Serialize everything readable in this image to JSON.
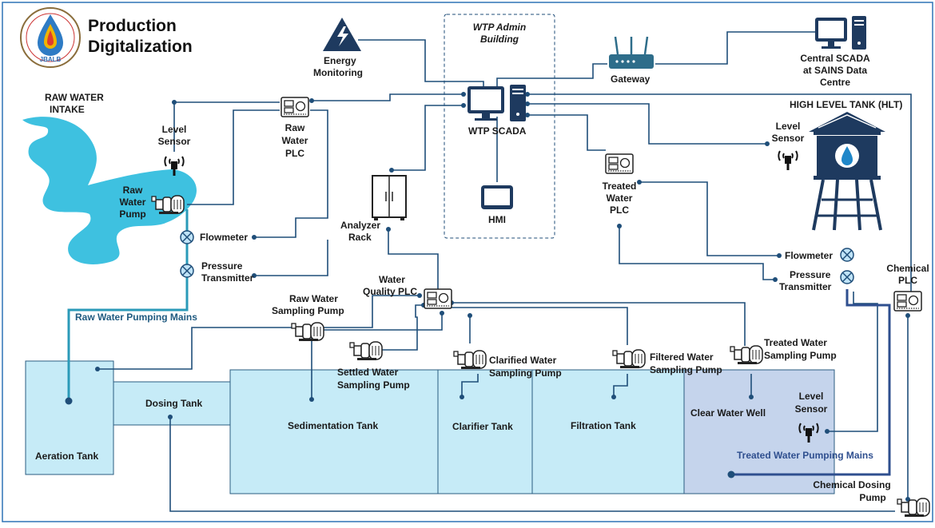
{
  "title": {
    "line1": "Production",
    "line2": "Digitalization"
  },
  "logo": {
    "text": "JBALB"
  },
  "admin_building": {
    "line1": "WTP Admin",
    "line2": "Building"
  },
  "labels": {
    "energy1": "Energy",
    "energy2": "Monitoring",
    "gateway": "Gateway",
    "central1": "Central SCADA",
    "central2": "at SAINS Data",
    "central3": "Centre",
    "hlt": "HIGH LEVEL TANK (HLT)",
    "raw_intake1": "RAW WATER",
    "raw_intake2": "INTAKE",
    "level1": "Level",
    "level2": "Sensor",
    "rwplc1": "Raw",
    "rwplc2": "Water",
    "rwplc3": "PLC",
    "wtp_scada": "WTP SCADA",
    "hmi": "HMI",
    "rwpump1": "Raw",
    "rwpump2": "Water",
    "rwpump3": "Pump",
    "flowmeter": "Flowmeter",
    "pt1": "Pressure",
    "pt2": "Transmitter",
    "analyzer1": "Analyzer",
    "analyzer2": "Rack",
    "twplc1": "Treated",
    "twplc2": "Water",
    "twplc3": "PLC",
    "chemplc1": "Chemical",
    "chemplc2": "PLC",
    "wqplc1": "Water",
    "wqplc2": "Quality PLC",
    "rwsp1": "Raw Water",
    "rwsp2": "Sampling Pump",
    "swsp1": "Settled Water",
    "swsp2": "Sampling Pump",
    "cwsp1": "Clarified Water",
    "cwsp2": "Sampling Pump",
    "fwsp1": "Filtered Water",
    "fwsp2": "Sampling Pump",
    "twsp1": "Treated Water",
    "twsp2": "Sampling Pump",
    "raw_mains": "Raw Water Pumping  Mains",
    "treated_mains": "Treated Water Pumping  Mains",
    "aeration": "Aeration Tank",
    "dosing": "Dosing Tank",
    "sedimentation": "Sedimentation Tank",
    "clarifier": "Clarifier Tank",
    "filtration": "Filtration Tank",
    "clearwell": "Clear Water Well",
    "chemdose1": "Chemical Dosing",
    "chemdose2": "Pump"
  },
  "colors": {
    "wire": "#1f4e79",
    "raw_main": "#2a9ab8",
    "tank": "#c6ebf7",
    "clear_well": "#c5d4ec",
    "river": "#3ec1e0",
    "frame": "#2e74b5"
  },
  "icons": [
    "energy-icon",
    "router-icon",
    "computer-icon",
    "tablet-icon",
    "plc-icon",
    "cabinet-icon",
    "sensor-icon",
    "pump-icon",
    "flowmeter-icon",
    "water-tower-icon"
  ]
}
